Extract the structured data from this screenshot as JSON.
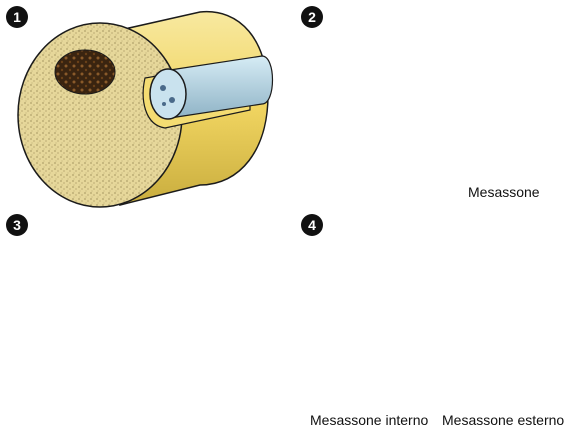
{
  "figure": {
    "colors": {
      "cytoplasm": "#e6d79a",
      "nucleus": "#4a2e14",
      "myelin_wrap": "#f4dc72",
      "axon_blue": "#bcd8e6",
      "outline": "#1b1b1b"
    },
    "panels": [
      {
        "number": "1"
      },
      {
        "number": "2"
      },
      {
        "number": "3"
      },
      {
        "number": "4"
      }
    ],
    "labels": {
      "mesaxon": "Mesassone",
      "inner_mesaxon": "Mesassone interno",
      "outer_mesaxon": "Mesassone esterno"
    }
  }
}
